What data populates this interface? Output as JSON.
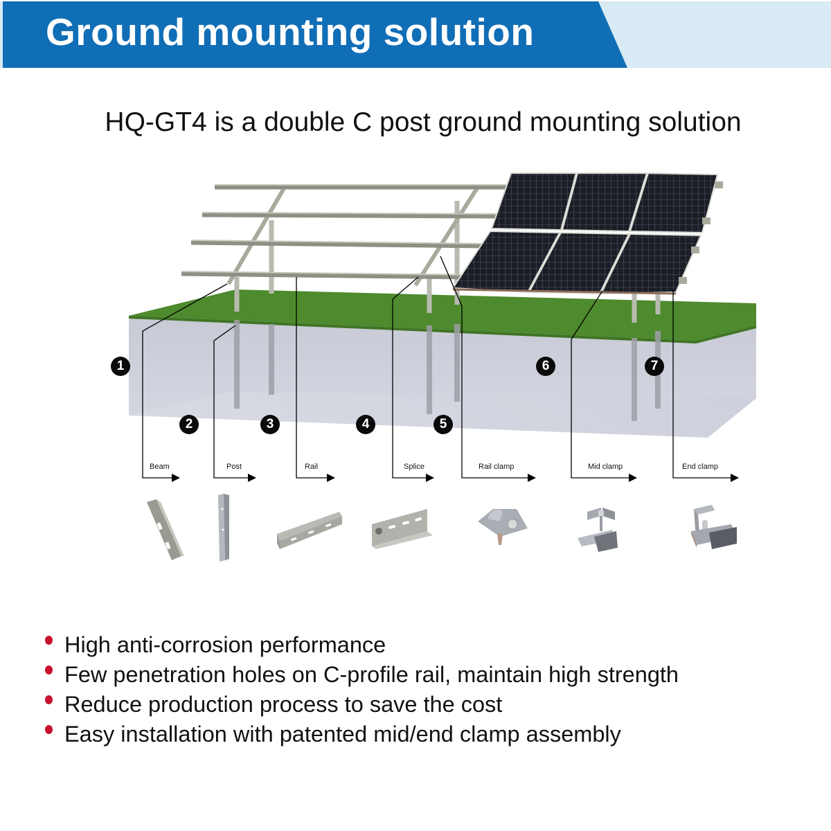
{
  "header": {
    "title": "Ground mounting solution",
    "colors": {
      "primary": "#106EB6",
      "secondary": "#D8EAF4",
      "title_text": "#FFFFFF"
    }
  },
  "subtitle": "HQ-GT4 is a double C post ground mounting solution",
  "diagram": {
    "callouts": [
      {
        "number": "1",
        "label": "Beam"
      },
      {
        "number": "2",
        "label": "Post"
      },
      {
        "number": "3",
        "label": "Rail"
      },
      {
        "number": "4",
        "label": "Splice"
      },
      {
        "number": "5",
        "label": "Rail clamp"
      },
      {
        "number": "6",
        "label": "Mid clamp"
      },
      {
        "number": "7",
        "label": "End clamp"
      }
    ],
    "colors": {
      "grass": "#4E8A2E",
      "ground": "#C9CBD6",
      "panel": "#1B1E26",
      "steel": "#9C9E92",
      "badge": "#0A0A0A"
    }
  },
  "components": [
    {
      "name": "Beam",
      "icon": "beam-profile-icon"
    },
    {
      "name": "Post",
      "icon": "post-profile-icon"
    },
    {
      "name": "Rail",
      "icon": "rail-profile-icon"
    },
    {
      "name": "Splice",
      "icon": "splice-profile-icon"
    },
    {
      "name": "Rail clamp",
      "icon": "rail-clamp-icon"
    },
    {
      "name": "Mid clamp",
      "icon": "mid-clamp-icon"
    },
    {
      "name": "End clamp",
      "icon": "end-clamp-icon"
    }
  ],
  "features": {
    "bullet_color": "#C8102E",
    "items": [
      "High anti-corrosion performance",
      "Few penetration holes on C-profile rail, maintain high strength",
      "Reduce production process to save the cost",
      "Easy installation with patented mid/end clamp assembly"
    ]
  }
}
